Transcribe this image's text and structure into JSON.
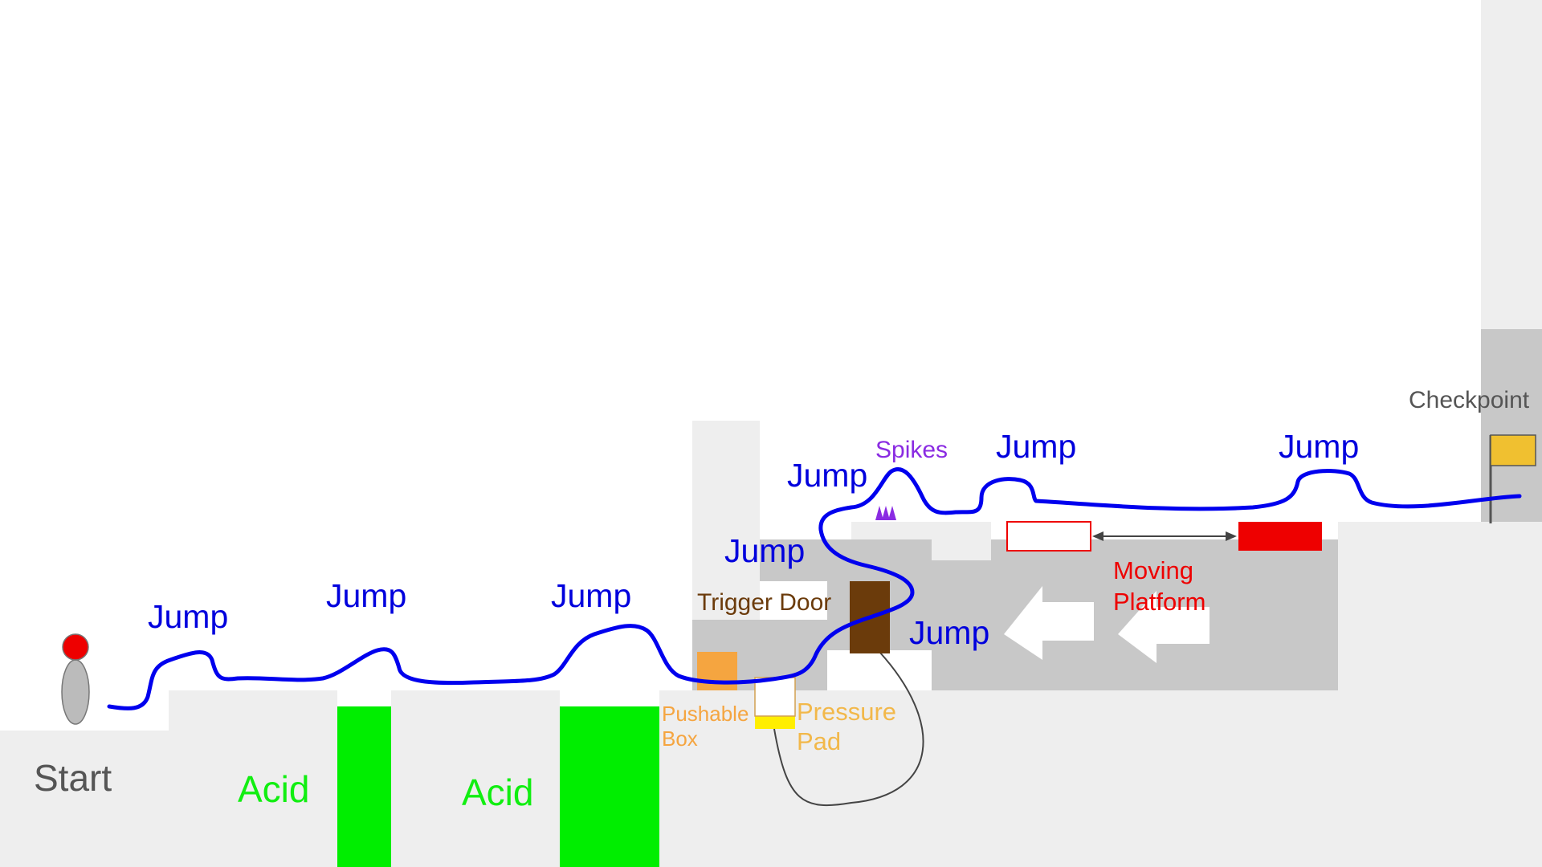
{
  "labels": {
    "start": "Start",
    "acid_1": "Acid",
    "acid_2": "Acid",
    "jumps": [
      "Jump",
      "Jump",
      "Jump",
      "Jump",
      "Jump",
      "Jump",
      "Jump",
      "Jump"
    ],
    "trigger_door": "Trigger Door",
    "pushable_box": "Pushable\nBox",
    "pressure_pad": "Pressure\nPad",
    "spikes": "Spikes",
    "moving_platform": "Moving\nPlatform",
    "checkpoint": "Checkpoint"
  },
  "colors": {
    "path": "#0000ee",
    "acid": "#00ee00",
    "acid_text": "#11ee11",
    "door": "#6b3b0b",
    "box": "#f5a540",
    "pad": "#ffee00",
    "spikes": "#8a2be2",
    "platform": "#ee0000",
    "checkpoint_flag": "#f0c030",
    "ground": "#eeeeee",
    "dark_wall": "#c8c8c8"
  },
  "icons": {
    "player": "player-figure-icon",
    "direction": "left-arrow-icon",
    "flag": "checkpoint-flag-icon",
    "spikes": "spikes-icon"
  }
}
